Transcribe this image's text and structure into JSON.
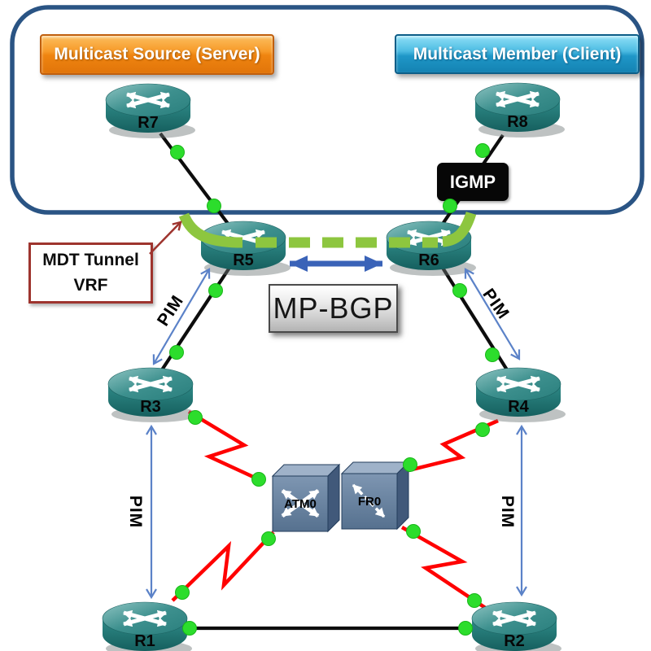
{
  "labels": {
    "source": "Multicast Source (Server)",
    "member": "Multicast Member (Client)",
    "igmp": "IGMP",
    "mdt_line1": "MDT Tunnel",
    "mdt_line2": "VRF",
    "mp_bgp": "MP-BGP"
  },
  "routers": [
    {
      "id": "r7",
      "label": "R7"
    },
    {
      "id": "r8",
      "label": "R8"
    },
    {
      "id": "r5",
      "label": "R5"
    },
    {
      "id": "r6",
      "label": "R6"
    },
    {
      "id": "r3",
      "label": "R3"
    },
    {
      "id": "r4",
      "label": "R4"
    },
    {
      "id": "r1",
      "label": "R1"
    },
    {
      "id": "r2",
      "label": "R2"
    }
  ],
  "switches": [
    {
      "id": "atm0",
      "label": "ATM0"
    },
    {
      "id": "fr0",
      "label": "FR0"
    }
  ],
  "pim_labels": [
    "PIM",
    "PIM",
    "PIM",
    "PIM"
  ],
  "colors": {
    "source_box_orange": "#F08A1D",
    "member_box_blue": "#2FA8D5",
    "router_teal": "#2E8584",
    "interface_dot_green": "#2CDD2C",
    "mdt_tunnel_green": "#8DC63F",
    "serial_link_red": "#FF0000",
    "zone_border_navy": "#2A5484",
    "arrow_blue": "#3A63B8",
    "pim_arrow_blue": "#5B82C8",
    "mdt_box_border_red": "#9E342E",
    "igmp_box_black": "#070707",
    "wan_switch_blue": "#5D7B9B"
  }
}
